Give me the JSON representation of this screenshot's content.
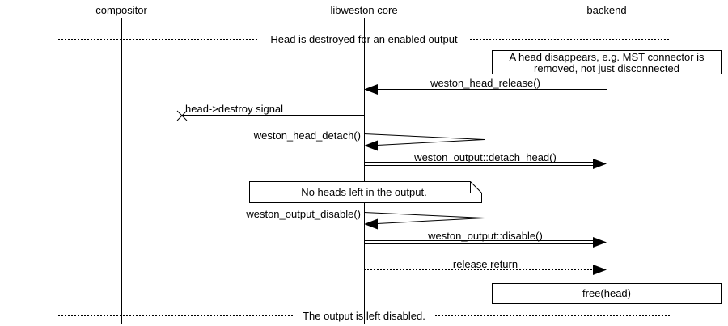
{
  "diagram": {
    "type": "sequence",
    "participants": [
      {
        "id": "compositor",
        "label": "compositor"
      },
      {
        "id": "libweston",
        "label": "libweston core"
      },
      {
        "id": "backend",
        "label": "backend"
      }
    ],
    "dividers": [
      {
        "label": "Head is destroyed for an enabled output"
      },
      {
        "label": "The output is left disabled."
      }
    ],
    "notes": {
      "backend_box": {
        "lines": [
          "A head disappears, e.g. MST connector is",
          "removed, not just disconnected"
        ]
      },
      "no_heads": {
        "text": "No heads left in the output."
      },
      "free_head": {
        "text": "free(head)"
      }
    },
    "messages": [
      {
        "label": "weston_head_release()",
        "from": "backend",
        "to": "libweston core",
        "style": "call"
      },
      {
        "label": "head->destroy signal",
        "from": "libweston core",
        "to": "compositor",
        "style": "lost"
      },
      {
        "label": "weston_head_detach()",
        "from": "libweston core",
        "to": "libweston core",
        "style": "self"
      },
      {
        "label": "weston_output::detach_head()",
        "from": "libweston core",
        "to": "backend",
        "style": "method"
      },
      {
        "label": "weston_output_disable()",
        "from": "libweston core",
        "to": "libweston core",
        "style": "self"
      },
      {
        "label": "weston_output::disable()",
        "from": "libweston core",
        "to": "backend",
        "style": "method"
      },
      {
        "label": "release return",
        "from": "libweston core",
        "to": "backend",
        "style": "return"
      }
    ],
    "colors": {
      "stroke": "#000000",
      "background": "#ffffff"
    }
  }
}
